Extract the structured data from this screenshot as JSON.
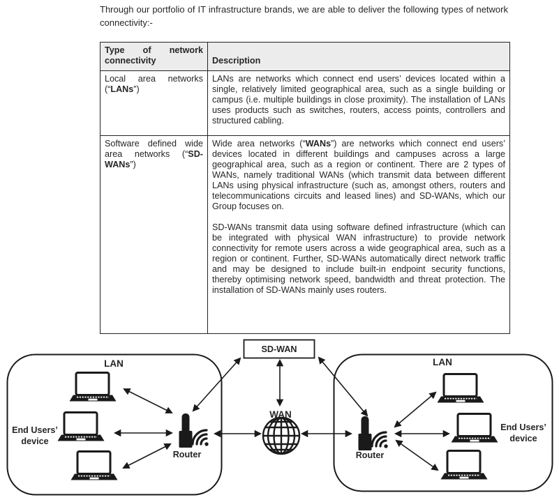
{
  "intro": "Through our portfolio of IT infrastructure brands, we are able to deliver the following types of network connectivity:-",
  "table": {
    "header": {
      "col1": "Type of network connectivity",
      "col2": "Description"
    },
    "rows": [
      {
        "type_prefix": "Local area networks (“",
        "type_bold": "LANs",
        "type_suffix": "”)",
        "description": "LANs are networks which connect end users’ devices located within a single, relatively limited geographical area, such as a single building or campus (i.e. multiple buildings in close proximity). The installation of LANs uses products such as switches, routers, access points, controllers and structured cabling."
      },
      {
        "type_prefix": "Software defined wide area networks (“",
        "type_bold": "SD-WANs",
        "type_suffix": "”)",
        "desc_p1_prefix": "Wide area networks (“",
        "desc_p1_bold": "WANs",
        "desc_p1_suffix": "”) are networks which connect end users’ devices located in different buildings and campuses across a large geographical area, such as a region or continent. There are 2 types of WANs, namely traditional WANs (which transmit data between different LANs using physical infrastructure (such as, amongst others, routers and telecommunications circuits and leased lines) and SD-WANs, which our Group focuses on.",
        "desc_p2": "SD-WANs transmit data using software defined infrastructure (which can be integrated with physical WAN infrastructure) to provide network connectivity for remote users across a wide geographical area, such as a region or continent. Further, SD-WANs automatically direct network traffic and may be designed to include built-in endpoint security functions, thereby optimising network speed, bandwidth and threat protection. The installation of SD-WANs mainly uses routers."
      }
    ]
  },
  "diagram": {
    "sdwan_label": "SD-WAN",
    "wan_label": "WAN",
    "lan_left_label": "LAN",
    "lan_right_label": "LAN",
    "router_left_label": "Router",
    "router_right_label": "Router",
    "end_users_left_line1": "End Users’",
    "end_users_left_line2": "device",
    "end_users_right_line1": "End Users’",
    "end_users_right_line2": "device"
  },
  "colors": {
    "ink": "#1a1a1a",
    "table_header_bg": "#ececec"
  }
}
